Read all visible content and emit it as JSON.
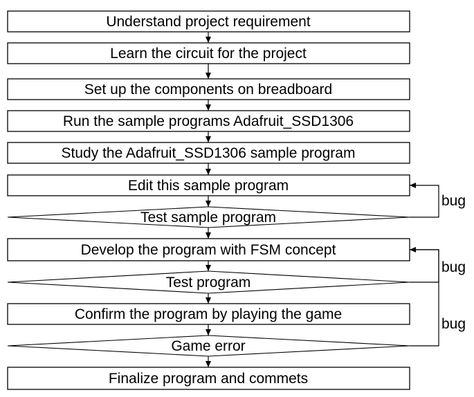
{
  "steps": [
    {
      "id": "s1",
      "kind": "process",
      "text": "Understand project requirement"
    },
    {
      "id": "s2",
      "kind": "process",
      "text": "Learn the circuit for the project"
    },
    {
      "id": "s3",
      "kind": "process",
      "text": "Set up the components on breadboard"
    },
    {
      "id": "s4",
      "kind": "process",
      "text": "Run the sample programs Adafruit_SSD1306"
    },
    {
      "id": "s5",
      "kind": "process",
      "text": "Study the Adafruit_SSD1306 sample program"
    },
    {
      "id": "s6",
      "kind": "process",
      "text": "Edit this sample program"
    },
    {
      "id": "d1",
      "kind": "decision",
      "text": "Test sample program"
    },
    {
      "id": "s7",
      "kind": "process",
      "text": "Develop the program with FSM concept"
    },
    {
      "id": "d2",
      "kind": "decision",
      "text": "Test program"
    },
    {
      "id": "s8",
      "kind": "process",
      "text": "Confirm the program by playing the game"
    },
    {
      "id": "d3",
      "kind": "decision",
      "text": "Game error"
    },
    {
      "id": "s9",
      "kind": "process",
      "text": "Finalize program and commets"
    }
  ],
  "loops": [
    {
      "from": "d1",
      "to": "s6",
      "label": "bug"
    },
    {
      "from": "d2",
      "to": "s7",
      "label": "bug"
    },
    {
      "from": "d3",
      "to": "s7",
      "label": "bug"
    }
  ],
  "colors": {
    "stroke": "#000000",
    "fill": "#ffffff"
  }
}
